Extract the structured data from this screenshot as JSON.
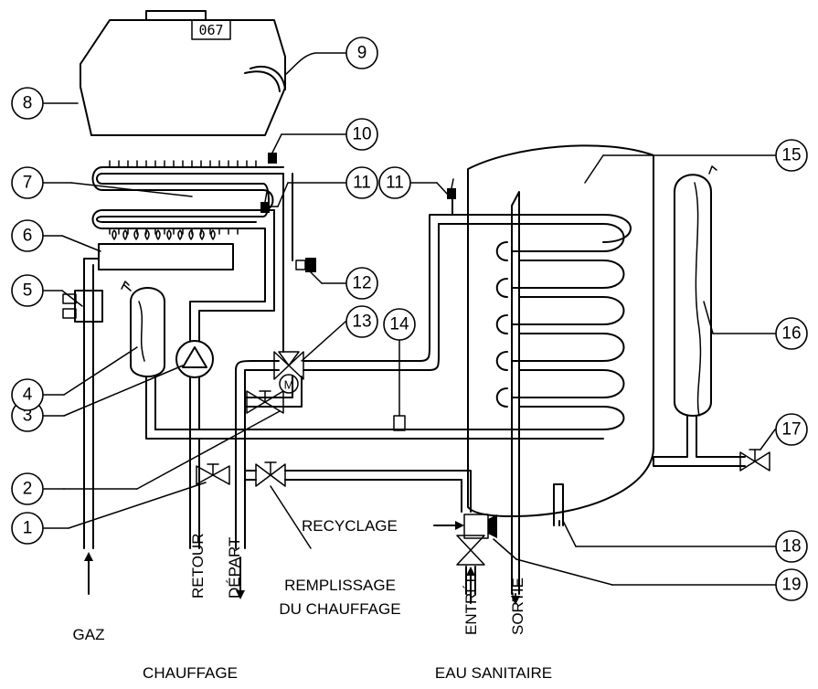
{
  "display_counter": "067",
  "callouts": [
    "1",
    "2",
    "3",
    "4",
    "5",
    "6",
    "7",
    "8",
    "9",
    "10",
    "11",
    "11",
    "12",
    "13",
    "14",
    "15",
    "16",
    "17",
    "18",
    "19"
  ],
  "pump_motor_letter": "M",
  "labels": {
    "gaz": "GAZ",
    "retour": "RETOUR",
    "depart": "DÉPART",
    "chauffage": "CHAUFFAGE",
    "remplissage_line1": "REMPLISSAGE",
    "remplissage_line2": "DU CHAUFFAGE",
    "recyclage": "RECYCLAGE",
    "entree": "ENTRÉE",
    "sortie": "SORTIE",
    "eau_sanitaire": "EAU SANITAIRE"
  }
}
